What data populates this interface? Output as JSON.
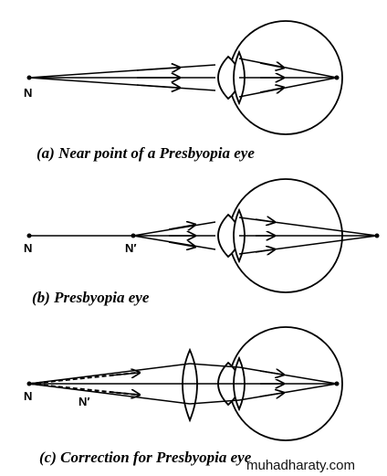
{
  "panels": [
    {
      "id": "a",
      "caption": "(a) Near point of a Presbyopia eye",
      "labels": [
        "N"
      ]
    },
    {
      "id": "b",
      "caption": "(b) Presbyopia eye",
      "labels": [
        "N",
        "N′"
      ]
    },
    {
      "id": "c",
      "caption": "(c) Correction for Presbyopia eye",
      "labels": [
        "N",
        "N′"
      ]
    }
  ],
  "watermark": "muhadharaty.com"
}
